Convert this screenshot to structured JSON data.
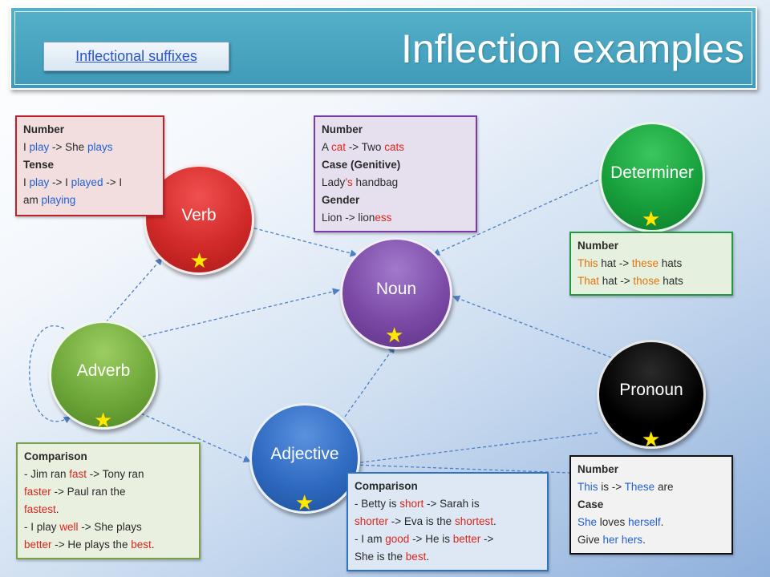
{
  "header": {
    "title": "Inflection examples",
    "link_label": "Inflectional suffixes"
  },
  "nodes": {
    "verb": "Verb",
    "noun": "Noun",
    "determiner": "Determiner",
    "adverb": "Adverb",
    "adjective": "Adjective",
    "pronoun": "Pronoun"
  },
  "star_glyph": "★",
  "colors": {
    "header": "#3e9ab8",
    "verb": "#d22a2a",
    "noun": "#7c4aa6",
    "determiner": "#17a03c",
    "adverb": "#6fa83a",
    "adjective": "#2f6bc2",
    "pronoun": "#000000",
    "star": "#ffe700"
  },
  "boxes": {
    "verb": {
      "number_heading": "Number",
      "number_line": [
        "I ",
        "play",
        " -> She ",
        "plays"
      ],
      "tense_heading": "Tense",
      "tense_line1": [
        "I ",
        "play",
        " -> I ",
        "played",
        " -> I"
      ],
      "tense_line2": [
        "am ",
        "playing"
      ]
    },
    "noun": {
      "number_heading": "Number",
      "number_line": [
        "A ",
        "cat",
        " -> Two ",
        "cats"
      ],
      "case_heading": "Case (Genitive)",
      "case_line": [
        "Lady",
        "’s",
        " handbag"
      ],
      "gender_heading": "Gender",
      "gender_line": [
        "Lion -> lion",
        "ess"
      ]
    },
    "determiner": {
      "heading": "Number",
      "line1": [
        "This",
        " hat -> ",
        "these",
        " hats"
      ],
      "line2": [
        "That",
        " hat -> ",
        "those",
        " hats"
      ]
    },
    "adverb": {
      "heading": "Comparison",
      "line1": [
        "- Jim ran ",
        "fast",
        " -> Tony ran"
      ],
      "line2": [
        "faster",
        " -> Paul ran the"
      ],
      "line3": [
        "fastest",
        "."
      ],
      "line4": [
        "- I play ",
        "well",
        " -> She plays"
      ],
      "line5": [
        "better",
        " -> He plays the ",
        "best",
        "."
      ]
    },
    "adjective": {
      "heading": "Comparison",
      "line1": [
        "- Betty is ",
        "short",
        " -> Sarah is"
      ],
      "line2": [
        "shorter",
        " -> Eva is the ",
        "shortest",
        "."
      ],
      "line3": [
        "- I am ",
        "good",
        " -> He is ",
        "better",
        " ->"
      ],
      "line4": [
        "She is the ",
        "best",
        "."
      ]
    },
    "pronoun": {
      "number_heading": "Number",
      "number_line": [
        "This",
        " is -> ",
        "These",
        " are"
      ],
      "case_heading": "Case",
      "case_line1": [
        "She",
        " loves ",
        "herself",
        "."
      ],
      "case_line2": [
        "Give ",
        "her",
        " ",
        "hers",
        "."
      ]
    }
  }
}
